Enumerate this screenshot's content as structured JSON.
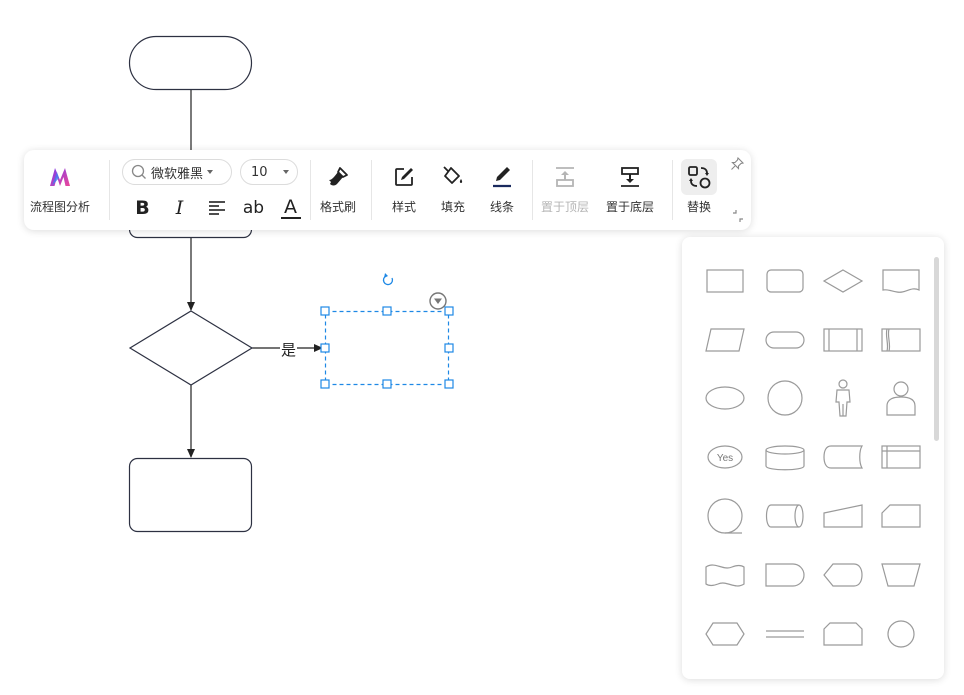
{
  "toolbar": {
    "flowchart_analysis_label": "流程图分析",
    "font_family_value": "微软雅黑",
    "font_size_value": "10",
    "bold_label": "B",
    "italic_label": "I",
    "text_case_label": "ab",
    "font_color_label": "A",
    "format_painter_label": "格式刷",
    "style_label": "样式",
    "fill_label": "填充",
    "line_label": "线条",
    "bring_to_front_label": "置于顶层",
    "send_to_back_label": "置于底层",
    "replace_label": "替换"
  },
  "diagram": {
    "edge_label_yes": "是"
  },
  "shape_panel": {
    "yes_shape_text": "Yes",
    "shapes": [
      "rectangle",
      "rounded-rectangle",
      "diamond",
      "document",
      "parallelogram",
      "terminator",
      "predefined-process",
      "internal-storage-double",
      "ellipse",
      "circle",
      "actor",
      "user",
      "yes-bubble",
      "cylinder",
      "stored-data",
      "internal-storage",
      "sequential-data",
      "horizontal-cylinder",
      "manual-input",
      "card",
      "tape",
      "delay",
      "display",
      "manual-operation",
      "hexagon",
      "parallel-lines",
      "loop-limit",
      "connector-circle"
    ]
  },
  "colors": {
    "shape_stroke": "#2d3142",
    "selection": "#1e88e5",
    "logo_gradient_start": "#7c3aed",
    "logo_gradient_end": "#ec4899",
    "library_stroke": "#9a9a9a"
  }
}
